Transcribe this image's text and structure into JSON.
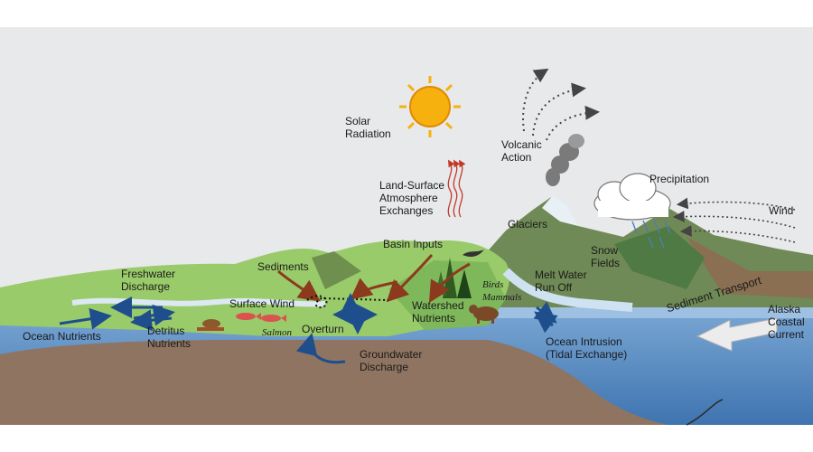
{
  "labels": {
    "solar_radiation": "Solar\nRadiation",
    "volcanic_action": "Volcanic\nAction",
    "precipitation": "Precipitation",
    "wind": "Wind",
    "land_surface": "Land-Surface\nAtmosphere\nExchanges",
    "glaciers": "Glaciers",
    "basin_inputs": "Basin Inputs",
    "snow_fields": "Snow\nFields",
    "freshwater_discharge": "Freshwater\nDischarge",
    "sediments": "Sediments",
    "surface_wind": "Surface Wind",
    "melt_water": "Melt Water\nRun Off",
    "birds_mammals": "Birds\nMammals",
    "watershed_nutrients": "Watershed\nNutrients",
    "sediment_transport": "Sediment Transport",
    "alaska_current": "Alaska\nCoastal\nCurrent",
    "ocean_nutrients": "Ocean Nutrients",
    "detritus_nutrients": "Detritus\nNutrients",
    "salmon": "Salmon",
    "overturn": "Overturn",
    "ocean_intrusion": "Ocean Intrusion\n(Tidal Exchange)",
    "groundwater_discharge": "Groundwater\nDischarge"
  },
  "colors": {
    "sky": "#e8e9ea",
    "ocean": "#5f8fc4",
    "ocean_light": "#a9c9e6",
    "seabed": "#8f7461",
    "land_green": "#7fb85a",
    "mountain": "#7a9159",
    "sun": "#f6b10f",
    "arrow_blue": "#1e4f8c",
    "arrow_brown": "#8b3a1e",
    "heat_red": "#c0392b"
  }
}
